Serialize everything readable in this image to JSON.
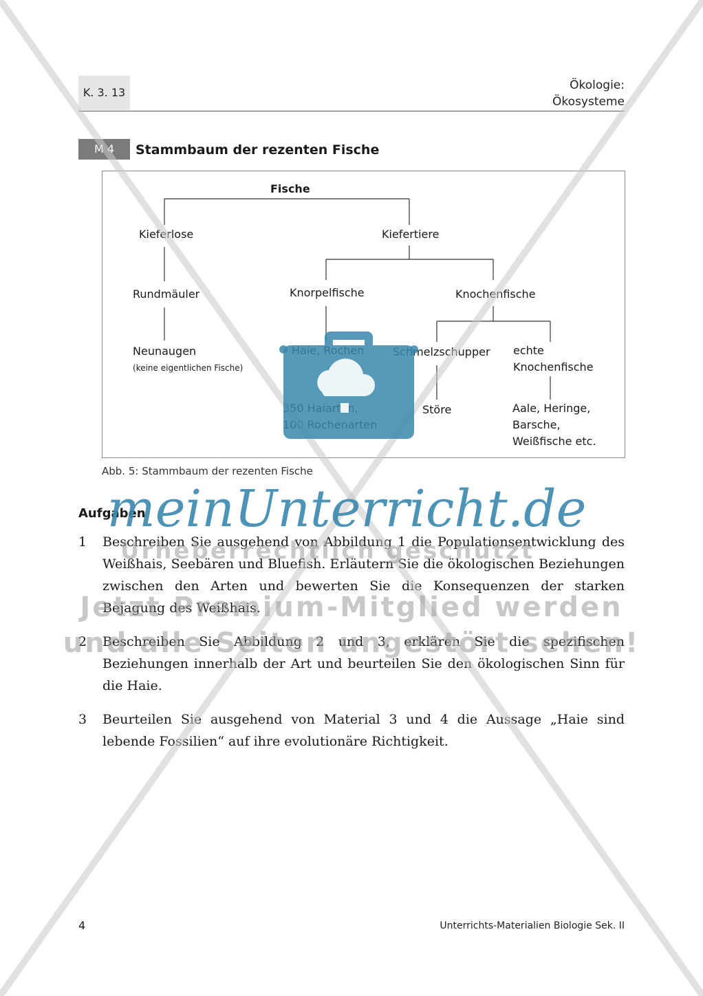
{
  "header": {
    "code": "K. 3. 13",
    "topic_line1": "Ökologie:",
    "topic_line2": "Ökosysteme"
  },
  "material": {
    "tag": "M 4",
    "title": "Stammbaum der rezenten Fische"
  },
  "diagram": {
    "root": "Fische",
    "kieferlose": "Kieferlose",
    "kiefertiere": "Kiefertiere",
    "rundmaeuler": "Rundmäuler",
    "knorpelfische": "Knorpelfische",
    "knochenfische": "Knochenfische",
    "neunaugen": "Neunaugen",
    "neunaugen_note": "(keine eigentlichen Fische)",
    "haie_rochen": "Haie, Rochen",
    "haie_count_1": "350 Haiarten,",
    "haie_count_2": "100 Rochenarten",
    "schmelzschupper": "Schmelzschupper",
    "stoere": "Störe",
    "echte_1": "echte",
    "echte_2": "Knochenfische",
    "examples_1": "Aale, Heringe,",
    "examples_2": "Barsche,",
    "examples_3": "Weißfische etc."
  },
  "caption": "Abb. 5: Stammbaum der rezenten Fische",
  "tasks": {
    "heading": "Aufgaben",
    "items": [
      {
        "num": "1",
        "text": "Beschreiben Sie ausgehend von Abbildung 1 die Populationsentwicklung des Weißhais, Seebären und Bluefish. Erläutern Sie die ökologischen Beziehungen zwischen den Arten und bewerten Sie die Konsequenzen der starken Bejagung des Weißhais."
      },
      {
        "num": "2",
        "text": "Beschreiben Sie Abbildung 2 und 3, erklären Sie die spezifischen Beziehungen innerhalb der Art und beurteilen Sie den ökologischen Sinn für die Haie."
      },
      {
        "num": "3",
        "text": "Beurteilen Sie ausgehend von Material 3 und 4 die Aussage „Haie sind lebende Fossilien“ auf ihre evolutionäre Richtigkeit."
      }
    ]
  },
  "footer": {
    "page": "4",
    "source": "Unterrichts-Materialien Biologie Sek. II"
  },
  "watermark": {
    "brand": "meinUnterricht.de",
    "line1": "Urheberrechtlich geschützt",
    "line2": "Jetzt Premium-Mitglied werden",
    "line3": "und alle Seiten ungestört sehen!",
    "color": "#3a87ad",
    "icon": "briefcase-cloud-icon"
  }
}
